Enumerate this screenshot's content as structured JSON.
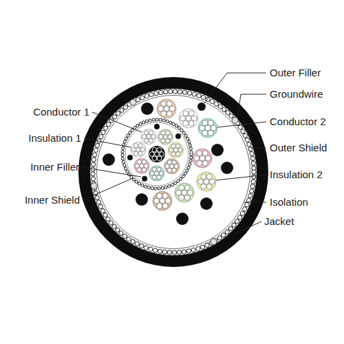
{
  "diagram": {
    "labels": [
      "Outer Filler",
      "Groundwire",
      "Conductor 1",
      "Conductor 2",
      "Insulation 1",
      "Outer Shield",
      "Inner Filler",
      "Insulation 2",
      "Inner Shield",
      "Isolation",
      "Jacket"
    ]
  }
}
